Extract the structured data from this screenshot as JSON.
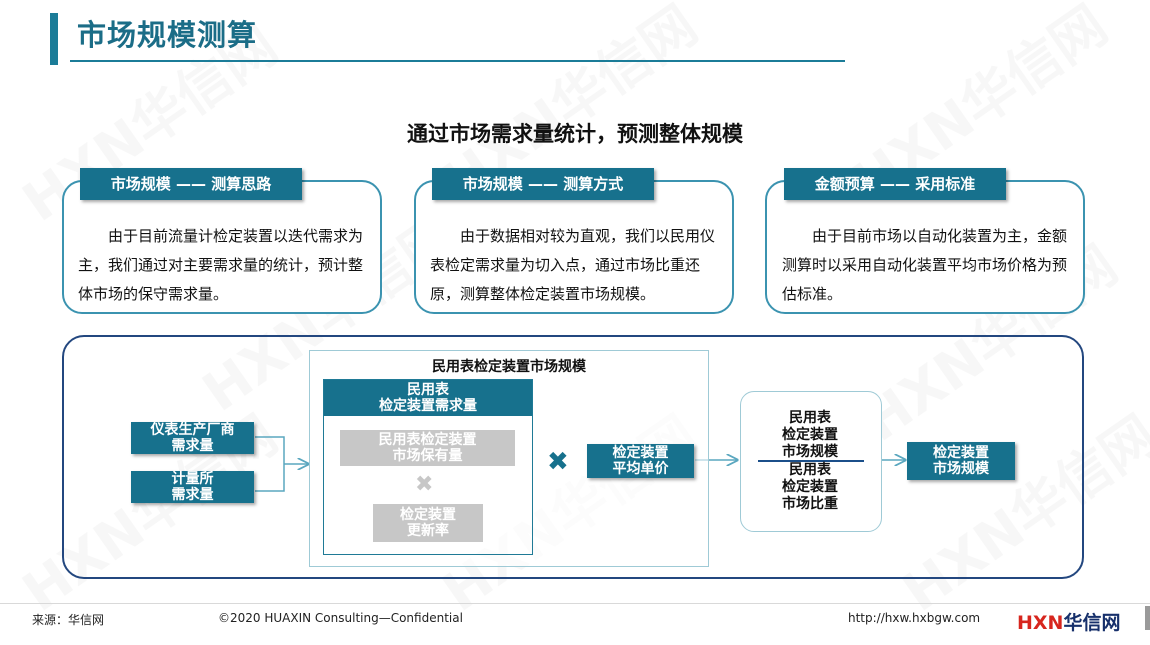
{
  "header": {
    "title": "市场规模测算"
  },
  "subtitle": "通过市场需求量统计，预测整体规模",
  "cards": [
    {
      "tab": "市场规模 —— 测算思路",
      "text": "由于目前流量计检定装置以迭代需求为主，我们通过对主要需求量的统计，预计整体市场的保守需求量。"
    },
    {
      "tab": "市场规模 —— 测算方式",
      "text": "由于数据相对较为直观，我们以民用仪表检定需求量为切入点，通过市场比重还原，测算整体检定装置市场规模。"
    },
    {
      "tab": "金额预算 —— 采用标准",
      "text": "由于目前市场以自动化装置为主，金额测算时以采用自动化装置平均市场价格为预估标准。"
    }
  ],
  "flow": {
    "inputs": [
      "仪表生产厂商\n需求量",
      "计量所\n需求量"
    ],
    "inner_title": "民用表检定装置市场规模",
    "demand_header": "民用表\n检定装置需求量",
    "stock": "民用表检定装置\n市场保有量",
    "multiply_symbol": "✖",
    "update_rate": "检定装置\n更新率",
    "unit_price": "检定装置\n平均单价",
    "ratio_numerator": "民用表\n检定装置\n市场规模",
    "ratio_denominator": "民用表\n检定装置\n市场比重",
    "result": "检定装置\n市场规模"
  },
  "footer": {
    "source": "来源：华信网",
    "copyright": "©2020 HUAXIN Consulting—Confidential",
    "url": "http://hxw.hxbgw.com",
    "logo_prefix": "HXN",
    "logo_suffix": "华信网"
  },
  "watermark": "HXN华信网",
  "colors": {
    "primary": "#17718d",
    "accent_border": "#3b93b0",
    "dark_border": "#23477f",
    "logo_red": "#d7261e"
  }
}
